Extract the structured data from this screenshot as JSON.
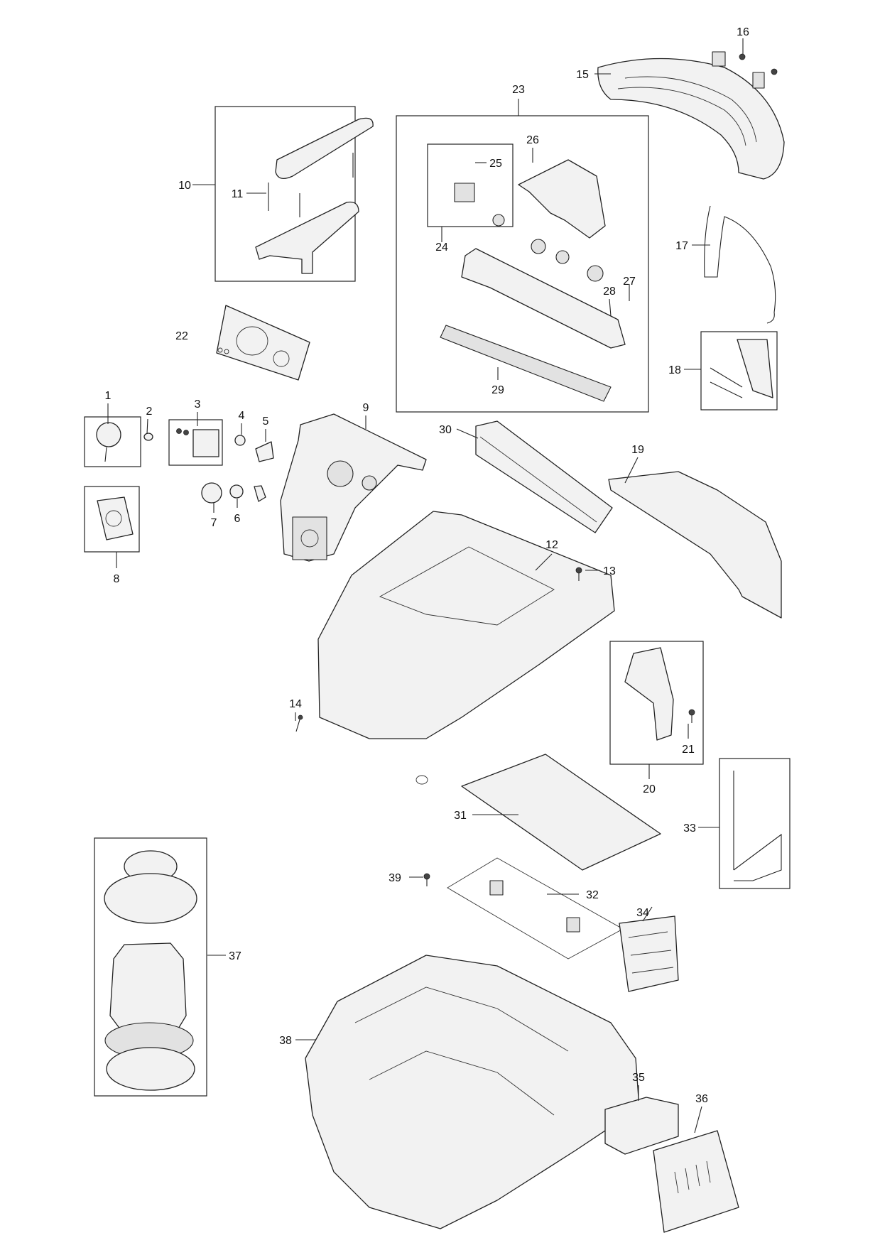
{
  "labels": {
    "p1": "1",
    "p2": "2",
    "p3": "3",
    "p4": "4",
    "p5": "5",
    "p6": "6",
    "p7": "7",
    "p8": "8",
    "p9": "9",
    "p10": "10",
    "p11": "11",
    "p12": "12",
    "p13": "13",
    "p14": "14",
    "p15": "15",
    "p16": "16",
    "p17": "17",
    "p18": "18",
    "p19": "19",
    "p20": "20",
    "p21": "21",
    "p22": "22",
    "p23": "23",
    "p24": "24",
    "p25": "25",
    "p26": "26",
    "p27": "27",
    "p28": "28",
    "p29": "29",
    "p30": "30",
    "p31": "31",
    "p32": "32",
    "p33": "33",
    "p34": "34",
    "p35": "35",
    "p36": "36",
    "p37": "37",
    "p38": "38",
    "p39": "39"
  }
}
